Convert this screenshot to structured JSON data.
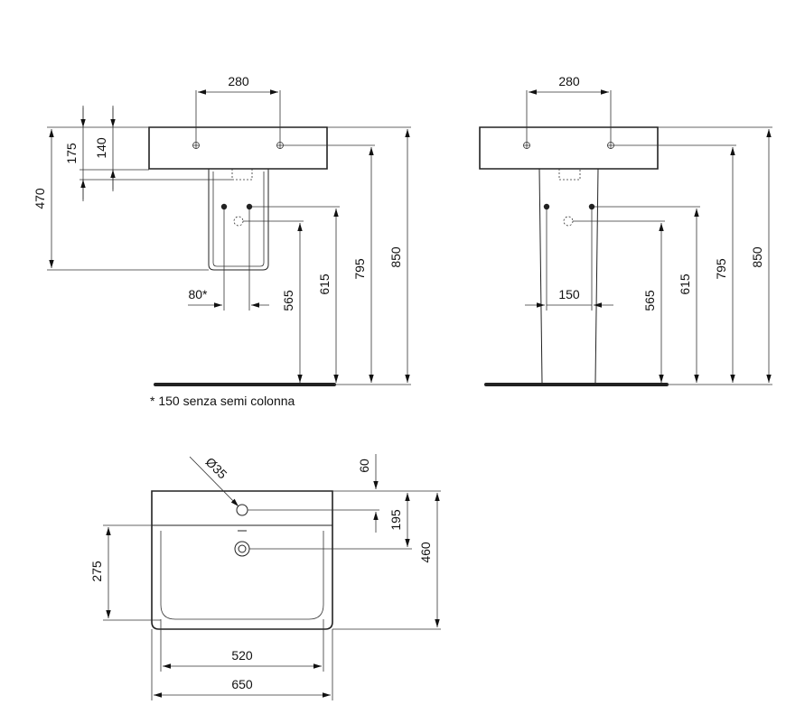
{
  "side_view": {
    "width_280": "280",
    "height_175": "175",
    "height_140": "140",
    "height_470": "470",
    "offset_80": "80*",
    "height_565": "565",
    "height_615": "615",
    "height_795": "795",
    "height_850": "850",
    "footnote": "* 150 senza semi colonna"
  },
  "front_view": {
    "width_280": "280",
    "width_150": "150",
    "height_565": "565",
    "height_615": "615",
    "height_795": "795",
    "height_850": "850"
  },
  "top_view": {
    "diameter_35": "Ø35",
    "depth_60": "60",
    "depth_195": "195",
    "depth_460": "460",
    "depth_275": "275",
    "width_520": "520",
    "width_650": "650"
  }
}
